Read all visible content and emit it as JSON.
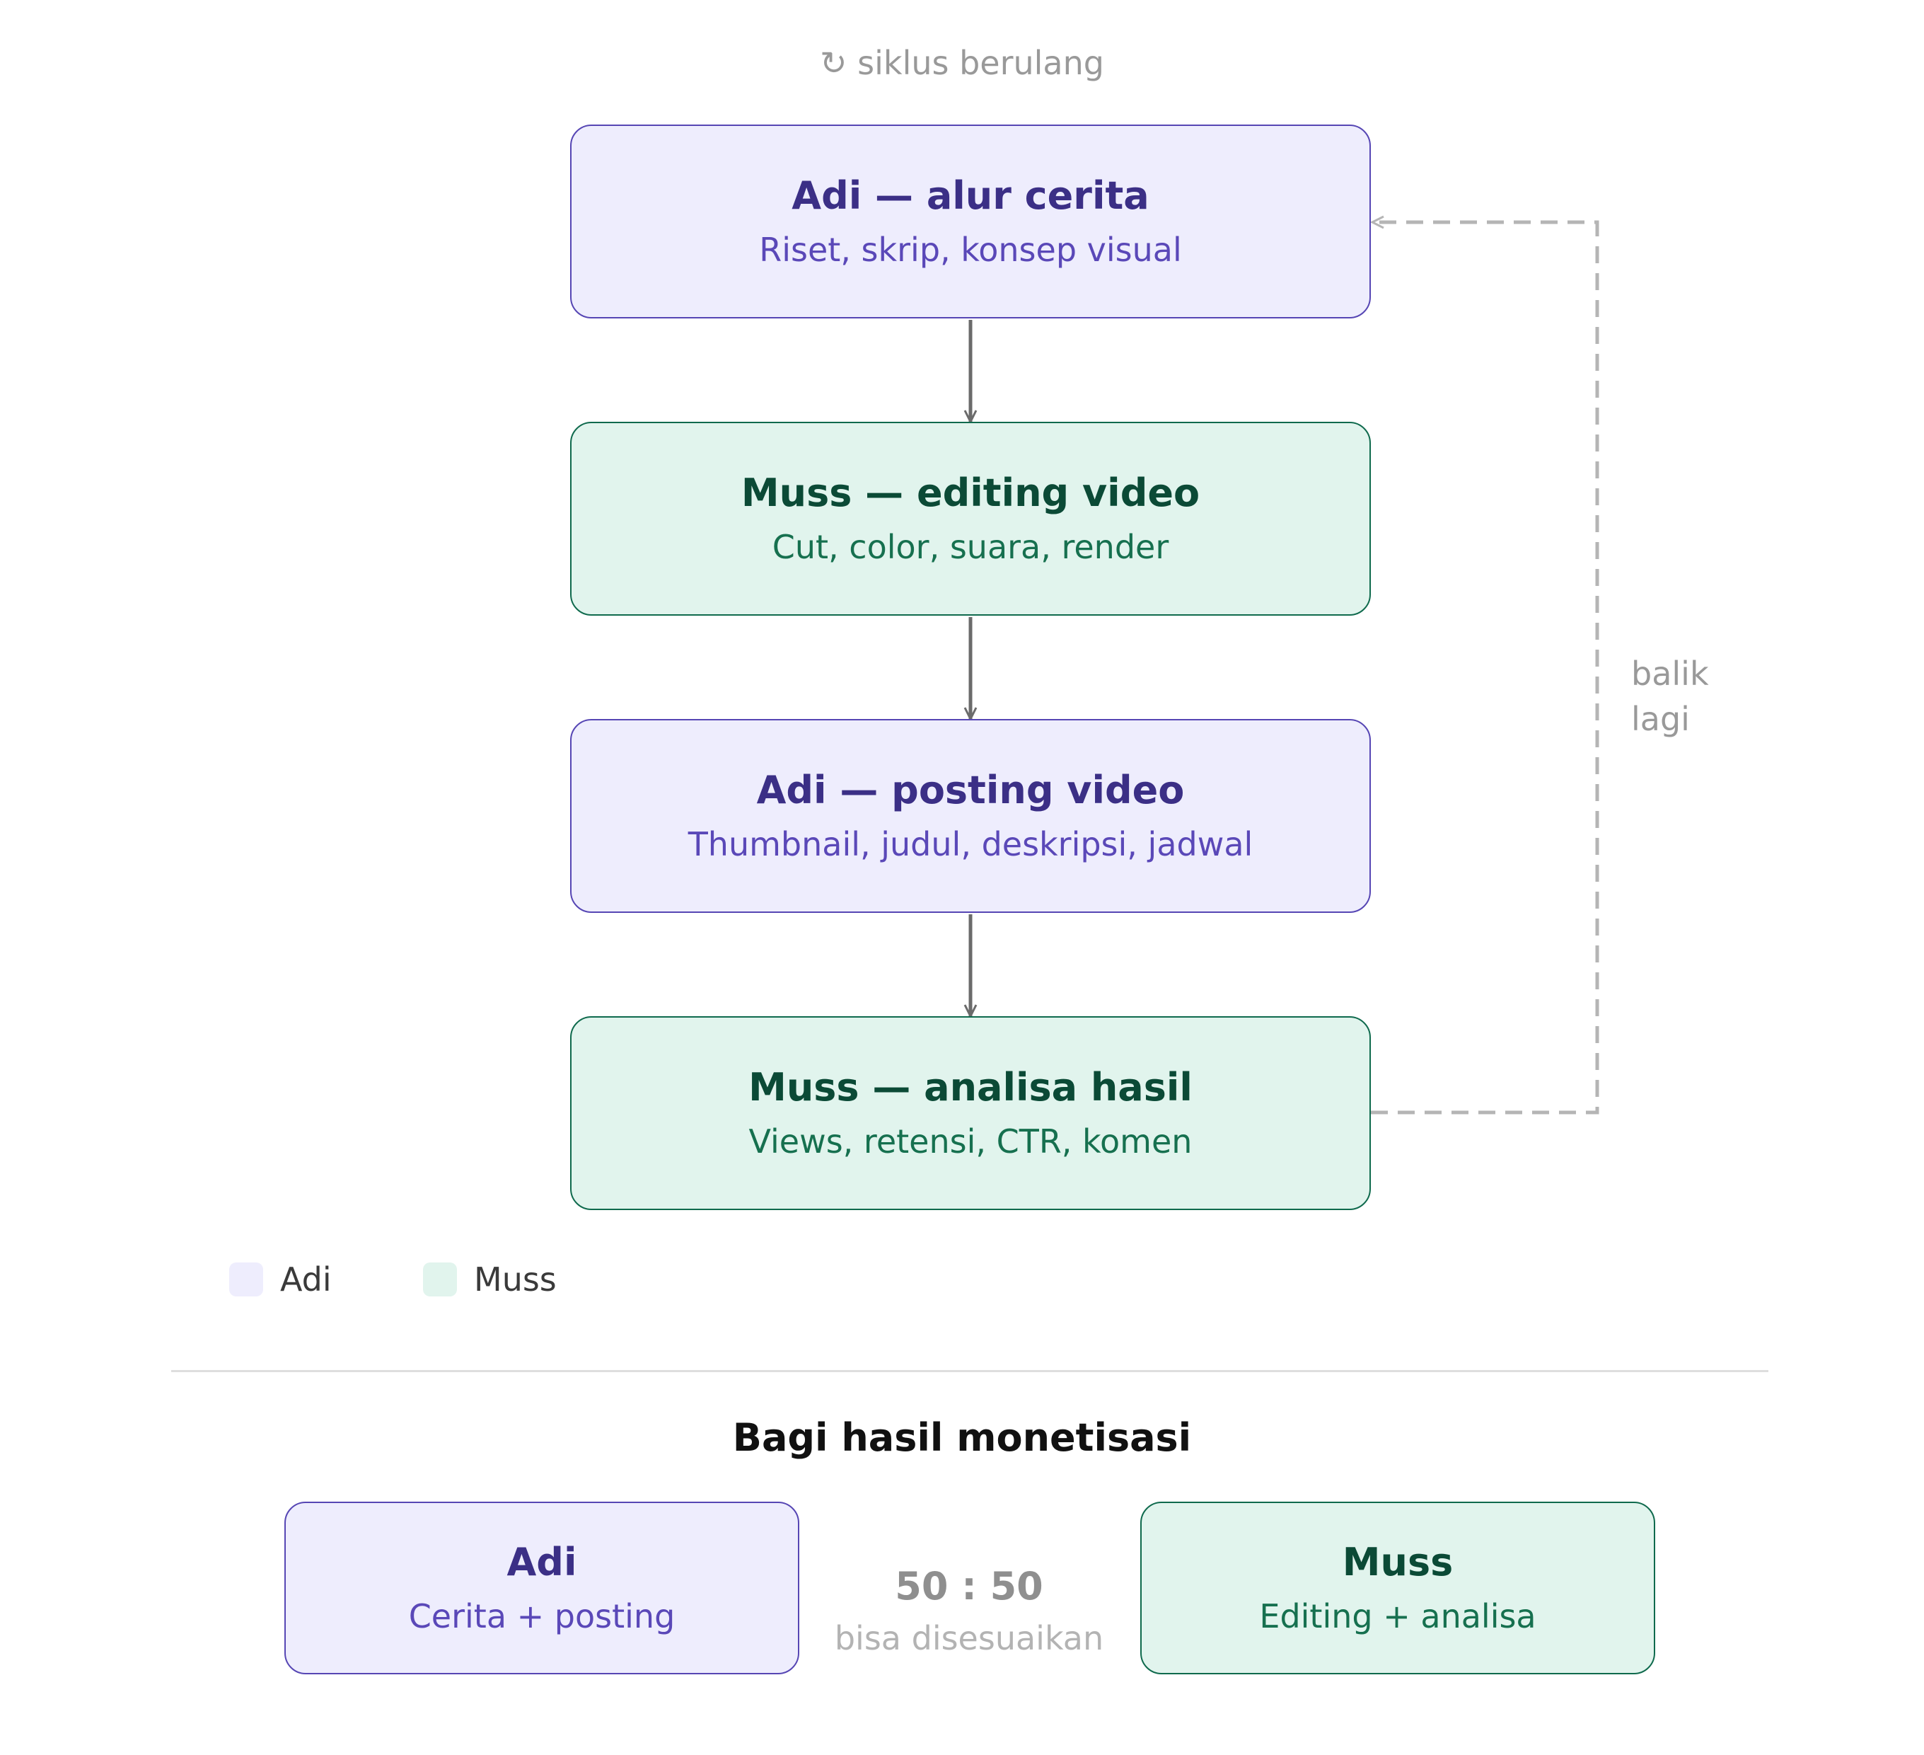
{
  "cycle_label": "↻ siklus berulang",
  "loop_label_line1": "balik",
  "loop_label_line2": "lagi",
  "nodes": [
    {
      "title": "Adi — alur cerita",
      "subtitle": "Riset, skrip, konsep visual",
      "owner": "Adi"
    },
    {
      "title": "Muss — editing video",
      "subtitle": "Cut, color, suara, render",
      "owner": "Muss"
    },
    {
      "title": "Adi — posting video",
      "subtitle": "Thumbnail, judul, deskripsi, jadwal",
      "owner": "Adi"
    },
    {
      "title": "Muss — analisa hasil",
      "subtitle": "Views, retensi, CTR, komen",
      "owner": "Muss"
    }
  ],
  "legend": [
    {
      "label": "Adi",
      "color": "#eeedfd"
    },
    {
      "label": "Muss",
      "color": "#e1f4ed"
    }
  ],
  "monetization": {
    "title": "Bagi hasil monetisasi",
    "left": {
      "name": "Adi",
      "role": "Cerita + posting"
    },
    "right": {
      "name": "Muss",
      "role": "Editing + analisa"
    },
    "ratio": "50 : 50",
    "ratio_note": "bisa disesuaikan"
  },
  "colors": {
    "adi_fill": "#eeedfd",
    "adi_border": "#5646b4",
    "muss_fill": "#e1f4ed",
    "muss_border": "#0f6a4d",
    "arrow": "#6b6b6b",
    "loop_line": "#b5b5b5"
  }
}
